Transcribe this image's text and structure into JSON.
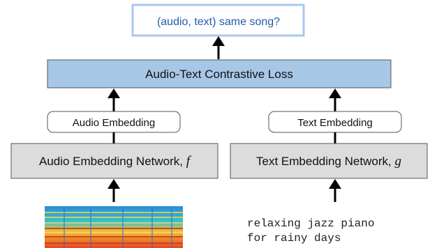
{
  "question": "(audio, text) same song?",
  "loss": "Audio-Text Contrastive Loss",
  "audio_embedding": "Audio Embedding",
  "text_embedding": "Text Embedding",
  "audio_network": {
    "label": "Audio Embedding Network, ",
    "symbol": "f"
  },
  "text_network": {
    "label": "Text Embedding Network, ",
    "symbol": "g"
  },
  "text_input": [
    "relaxing jazz piano",
    "for rainy days"
  ],
  "colors": {
    "question_border": "#a9c8ee",
    "question_text": "#1f5fa8",
    "loss_fill": "#a7c7e7",
    "network_fill": "#dcdcdc"
  }
}
